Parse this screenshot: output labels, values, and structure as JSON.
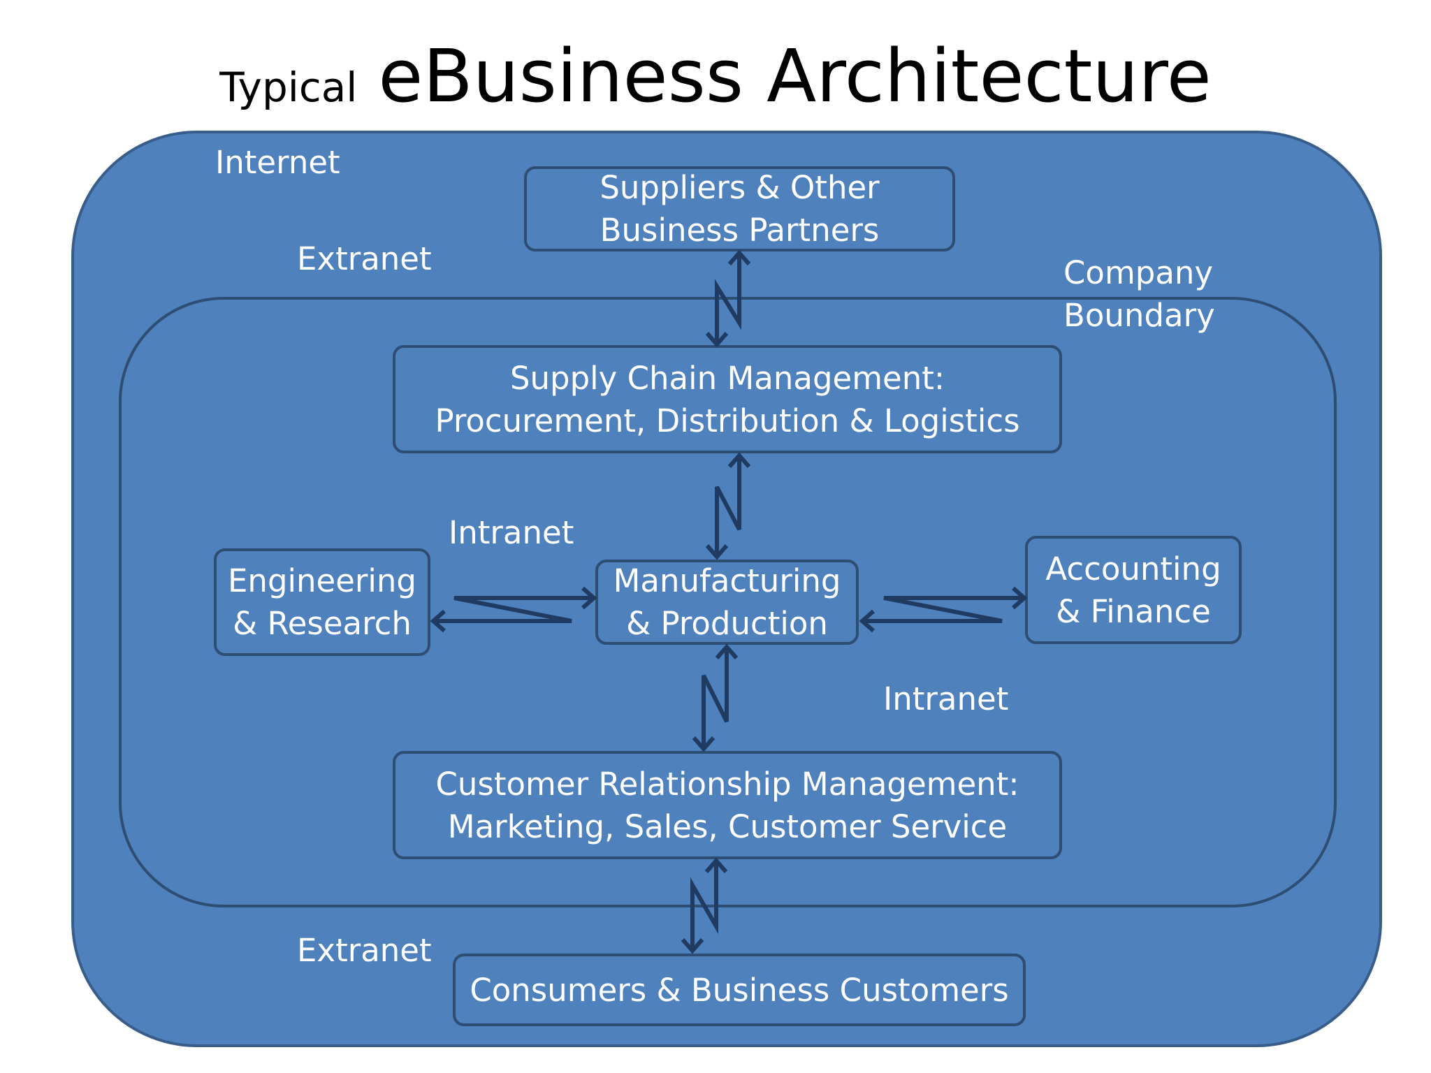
{
  "title": {
    "prefix": "Typical",
    "main": "eBusiness Architecture"
  },
  "regions": {
    "internet": "Internet",
    "extranet_top": "Extranet",
    "company_boundary_line1": "Company",
    "company_boundary_line2": "Boundary",
    "intranet_upper": "Intranet",
    "intranet_lower": "Intranet",
    "extranet_bottom": "Extranet"
  },
  "nodes": {
    "suppliers": {
      "line1": "Suppliers & Other",
      "line2": "Business Partners"
    },
    "scm": {
      "line1": "Supply Chain Management:",
      "line2": "Procurement, Distribution & Logistics"
    },
    "engineering": {
      "line1": "Engineering",
      "line2": "& Research"
    },
    "manufacturing": {
      "line1": "Manufacturing",
      "line2": "& Production"
    },
    "accounting": {
      "line1": "Accounting",
      "line2": "& Finance"
    },
    "crm": {
      "line1": "Customer Relationship Management:",
      "line2": "Marketing, Sales, Customer Service"
    },
    "consumers": {
      "line1": "Consumers & Business Customers"
    }
  },
  "colors": {
    "fill": "#4f81bd",
    "outer_border": "#385d8a",
    "inner_border": "#2d4d73",
    "connector": "#1f3b61",
    "text": "#ffffff"
  },
  "connectors": [
    {
      "name": "suppliers-scm-connector",
      "from": "suppliers",
      "to": "scm",
      "style": "bidirectional-lightning"
    },
    {
      "name": "scm-manufacturing-connector",
      "from": "scm",
      "to": "manufacturing",
      "style": "bidirectional-lightning"
    },
    {
      "name": "engineering-manufacturing-connector",
      "from": "engineering",
      "to": "manufacturing",
      "style": "bidirectional-lightning"
    },
    {
      "name": "manufacturing-accounting-connector",
      "from": "manufacturing",
      "to": "accounting",
      "style": "bidirectional-lightning"
    },
    {
      "name": "manufacturing-crm-connector",
      "from": "manufacturing",
      "to": "crm",
      "style": "bidirectional-lightning"
    },
    {
      "name": "crm-consumers-connector",
      "from": "crm",
      "to": "consumers",
      "style": "bidirectional-lightning"
    }
  ]
}
